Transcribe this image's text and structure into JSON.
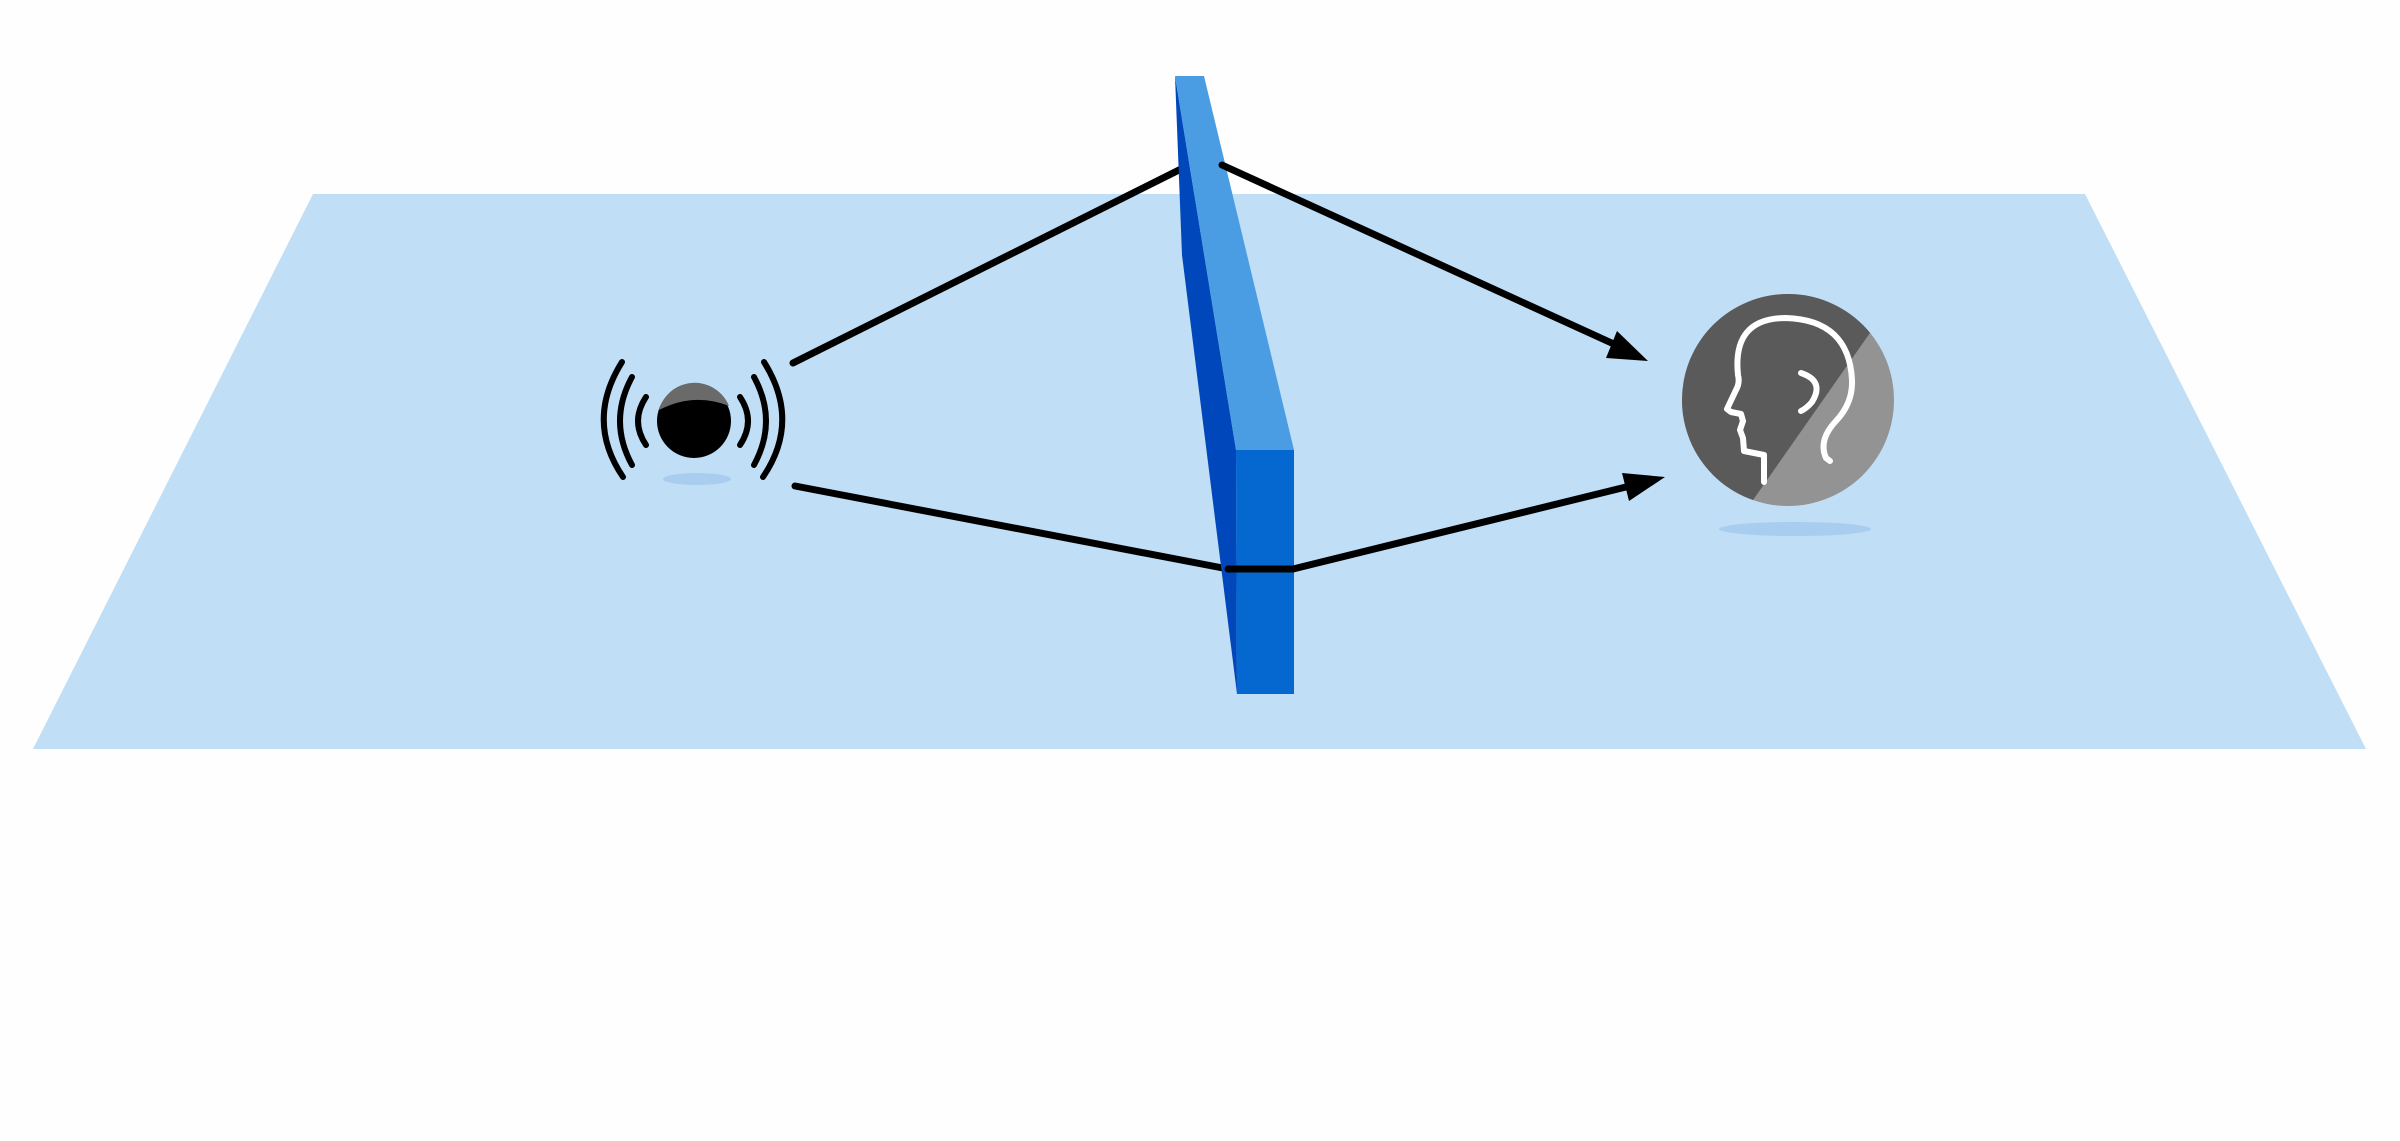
{
  "diagram": {
    "components": [
      {
        "id": "floor",
        "kind": "ground-plane"
      },
      {
        "id": "sound-source",
        "kind": "speaker-emitting-sound-waves"
      },
      {
        "id": "barrier",
        "kind": "vertical-wall"
      },
      {
        "id": "listener",
        "kind": "head-with-ear"
      }
    ],
    "paths": [
      {
        "id": "path-over-barrier",
        "from": "sound-source",
        "via": "barrier-top",
        "to": "listener",
        "type": "diffracted"
      },
      {
        "id": "path-through-barrier",
        "from": "sound-source",
        "via": "barrier-body",
        "to": "listener",
        "type": "transmitted"
      }
    ]
  },
  "colors": {
    "floor": "#c0def5",
    "floor_shadow": "#a8cdef",
    "barrier_top": "#4a9de3",
    "barrier_side": "#0047bb",
    "barrier_front": "#0468d0",
    "path_line": "#000000",
    "source_body": "#000000",
    "source_highlight": "#6a6a6a",
    "listener_dark": "#5a5a5a",
    "listener_light": "#939393",
    "listener_outline": "#ffffff"
  }
}
